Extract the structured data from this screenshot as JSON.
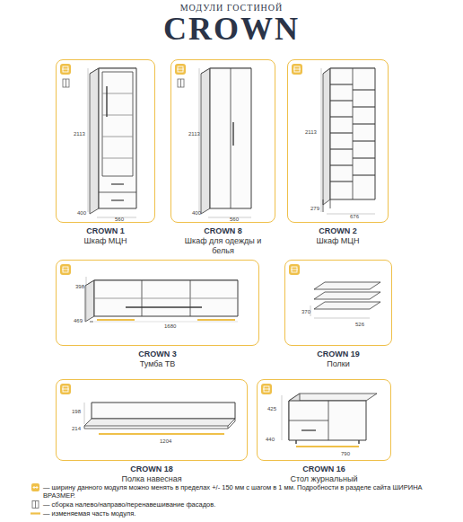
{
  "diagram": {
    "title": "CROWN",
    "nodes": [
      {
        "text": [
          "CROWN 1",
          "Шкаф МЦН"
        ]
      },
      {
        "text": [
          "CROWN 8",
          "Шкаф для одежды и белья"
        ]
      },
      {
        "text": [
          "CROWN 2",
          "Шкаф МЦН"
        ]
      },
      {
        "text": [
          "CROWN 3",
          "Тумба ТВ"
        ]
      },
      {
        "text": [
          "CROWN 19",
          "Полки"
        ]
      },
      {
        "text": [
          "CROWN 18",
          "Полка навесная"
        ]
      },
      {
        "text": [
          "CROWN 16",
          "Стол журнальный"
        ]
      }
    ],
    "labels": [
      "МОДУЛИ ГОСТИНОЙ",
      "2113",
      "400",
      "560",
      "2113",
      "400",
      "560",
      "2113",
      "279",
      "676",
      "398",
      "469",
      "1680",
      "370",
      "526",
      "198",
      "214",
      "1204",
      "425",
      "440",
      "790"
    ],
    "legend": [
      {
        "text": "— ширину данного модуля можно менять в пределах +/- 150 мм с шагом в 1 мм. Подробности в разделе сайта ШИРИНА ВРАЗМЕР."
      },
      {
        "text": "— сборка налево/направо/перенавешивание фасадов."
      },
      {
        "text": "— изменяемая часть модуля."
      }
    ]
  }
}
